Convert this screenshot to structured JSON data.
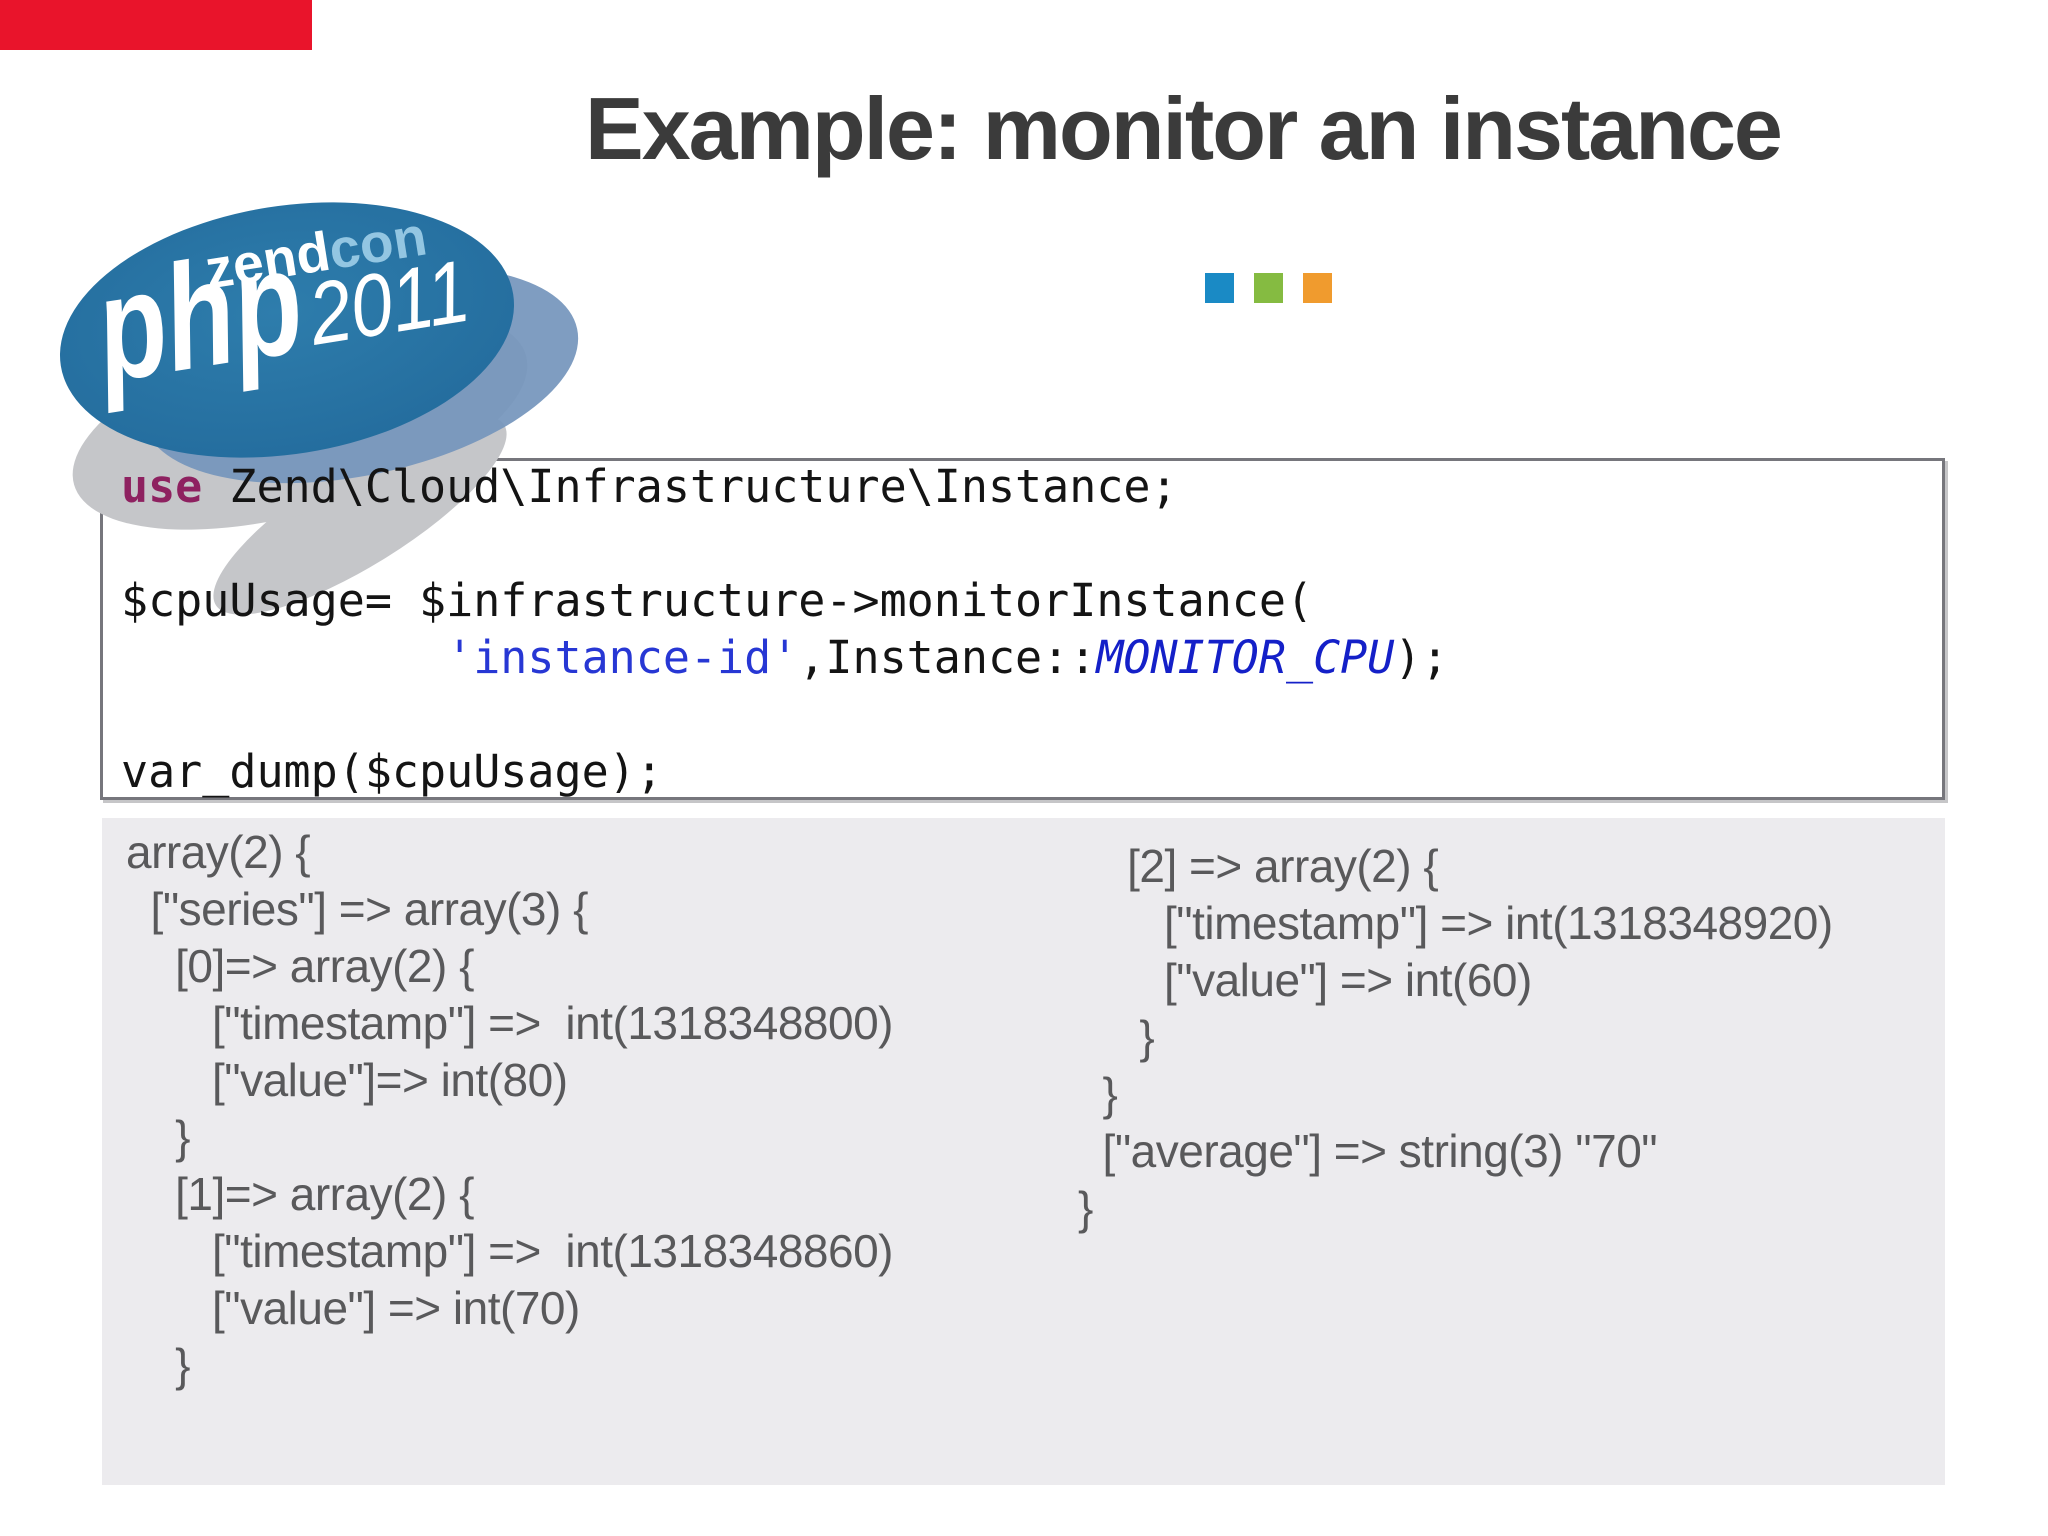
{
  "slide": {
    "title": "Example: monitor an instance"
  },
  "logo": {
    "zend": "zend",
    "con": "con",
    "php": "php",
    "year": "2011"
  },
  "decor": {
    "squares": [
      {
        "name": "blue-square",
        "color": "#1a8ac5"
      },
      {
        "name": "green-square",
        "color": "#85bb41"
      },
      {
        "name": "orange-square",
        "color": "#f09b2e"
      }
    ]
  },
  "code": {
    "lines": [
      [
        {
          "t": "use",
          "c": "kw"
        },
        {
          "t": " Zend\\Cloud\\Infrastructure\\Instance;"
        }
      ],
      [],
      [
        {
          "t": "$cpuUsage= $infrastructure->monitorInstance("
        }
      ],
      [
        {
          "t": "            "
        },
        {
          "t": "'instance-id'",
          "c": "str"
        },
        {
          "t": ",Instance::"
        },
        {
          "t": "MONITOR_CPU",
          "c": "const"
        },
        {
          "t": ");"
        }
      ],
      [],
      [
        {
          "t": "var_dump($cpuUsage);"
        }
      ]
    ]
  },
  "output": {
    "left_lines": [
      "array(2) {",
      "  [\"series\"] => array(3) {",
      "    [0]=> array(2) {",
      "       [\"timestamp\"] =>  int(1318348800)",
      "       [\"value\"]=> int(80)",
      "    }",
      "    [1]=> array(2) {",
      "       [\"timestamp\"] =>  int(1318348860)",
      "       [\"value\"] => int(70)",
      "    }"
    ],
    "right_lines": [
      "    [2] => array(2) {",
      "       [\"timestamp\"] => int(1318348920)",
      "       [\"value\"] => int(60)",
      "     }",
      "  }",
      "  [\"average\"] => string(3) \"70\"",
      "}"
    ]
  },
  "colors": {
    "red_bar": "#e9142b",
    "title_text": "#3b3b3b",
    "logo_blue": "#2e7dac",
    "logo_blue_dark": "#1e6795",
    "logo_con_text": "#93c6e2",
    "logo_shadow_blue": "#7495bc",
    "logo_shadow_gray": "#c5c6c9",
    "square_blue": "#1a8ac5",
    "square_green": "#85bb41",
    "square_orange": "#f09b2e",
    "code_border": "#76767c",
    "code_text": "#141414",
    "code_keyword": "#8e2160",
    "code_string": "#2737d4",
    "code_constant": "#1420c8",
    "output_bg": "#ecebee",
    "output_text": "#59595b"
  }
}
